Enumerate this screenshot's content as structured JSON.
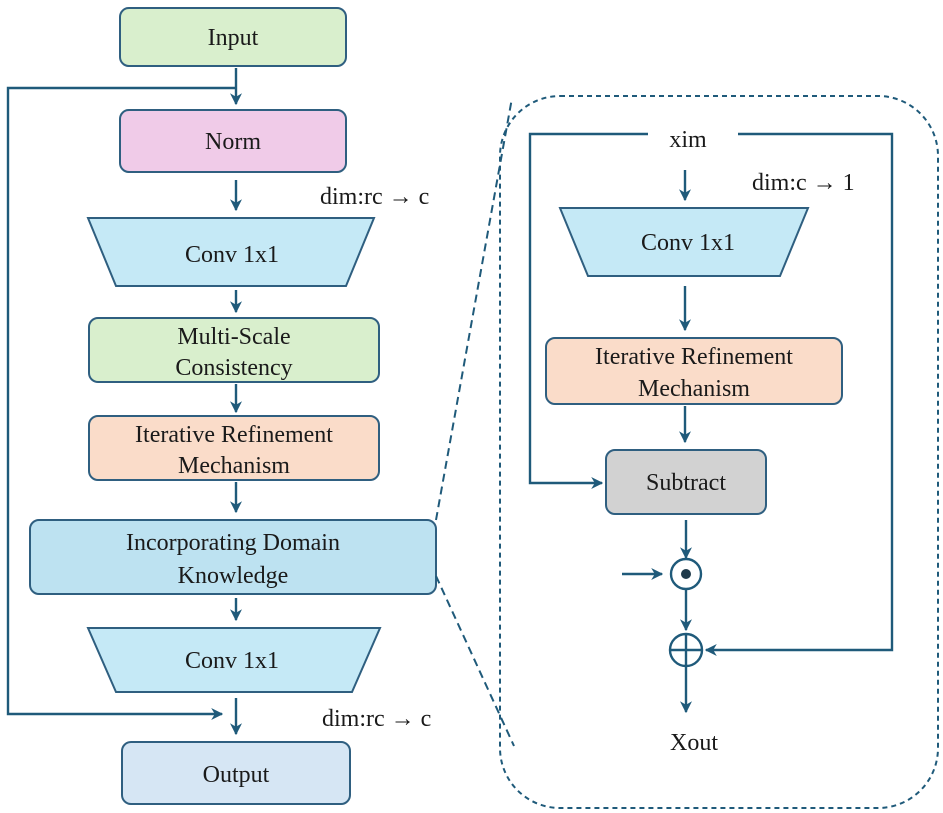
{
  "main_flow": {
    "input": "Input",
    "norm": "Norm",
    "dim_top": "dim:rc → c",
    "conv_top": "Conv 1x1",
    "multi_scale_line1": "Multi-Scale",
    "multi_scale_line2": "Consistency",
    "iterative_line1": "Iterative Refinement",
    "iterative_line2": "Mechanism",
    "domain_line1": "Incorporating Domain",
    "domain_line2": "Knowledge",
    "conv_bottom": "Conv 1x1",
    "dim_bottom": "dim:rc → c",
    "output": "Output"
  },
  "detail": {
    "xim": "xim",
    "dim": "dim:c → 1",
    "conv": "Conv 1x1",
    "iterative_line1": "Iterative Refinement",
    "iterative_line2": "Mechanism",
    "subtract": "Subtract",
    "xout": "Xout"
  },
  "colors": {
    "green": "#d9efcd",
    "pink": "#f0cbe8",
    "cyan": "#c5e9f6",
    "salmon": "#fadcc9",
    "blue": "#bde2f1",
    "gray": "#d2d2d2",
    "pale_blue": "#d6e6f4",
    "line": "#1f5a7a"
  }
}
